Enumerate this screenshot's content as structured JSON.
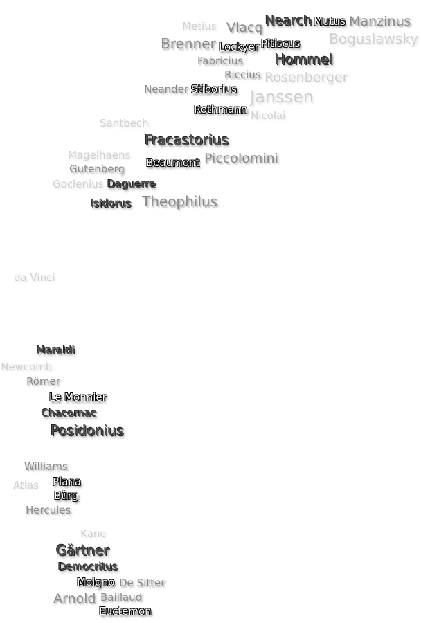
{
  "labels": [
    {
      "name": "Boguslawsky",
      "emphasis": "faint"
    },
    {
      "name": "Manzinus",
      "emphasis": "medium"
    },
    {
      "name": "Rosenberger",
      "emphasis": "faint"
    },
    {
      "name": "Nearch",
      "emphasis": "medium"
    },
    {
      "name": "Mutus",
      "emphasis": "strong"
    },
    {
      "name": "Vlacq",
      "emphasis": "medium"
    },
    {
      "name": "Hommel",
      "emphasis": "dark"
    },
    {
      "name": "Janssen",
      "emphasis": "faint"
    },
    {
      "name": "Pitiscus",
      "emphasis": "strong"
    },
    {
      "name": "Lockyer",
      "emphasis": "strong"
    },
    {
      "name": "Fabricius",
      "emphasis": "medium"
    },
    {
      "name": "Metius",
      "emphasis": "faint"
    },
    {
      "name": "Brenner",
      "emphasis": "medium"
    },
    {
      "name": "Nicolai",
      "emphasis": "faint"
    },
    {
      "name": "Neander",
      "emphasis": "medium"
    },
    {
      "name": "Riccius",
      "emphasis": "medium"
    },
    {
      "name": "Stiborius",
      "emphasis": "strong"
    },
    {
      "name": "Piccolomini",
      "emphasis": "medium"
    },
    {
      "name": "Rothmann",
      "emphasis": "strong"
    },
    {
      "name": "Santbech",
      "emphasis": "faint"
    },
    {
      "name": "Fracastorius",
      "emphasis": "dark"
    },
    {
      "name": "Beaumont",
      "emphasis": "strong"
    },
    {
      "name": "Magelhaens",
      "emphasis": "faint"
    },
    {
      "name": "Goclenius",
      "emphasis": "faint"
    },
    {
      "name": "Gutenberg",
      "emphasis": "medium"
    },
    {
      "name": "Daguerre",
      "emphasis": "dark"
    },
    {
      "name": "Isidorus",
      "emphasis": "dark"
    },
    {
      "name": "Theophilus",
      "emphasis": "medium"
    },
    {
      "name": "da Vinci",
      "emphasis": "faint"
    },
    {
      "name": "Maraldi",
      "emphasis": "dark"
    },
    {
      "name": "Römer",
      "emphasis": "medium"
    },
    {
      "name": "Newcomb",
      "emphasis": "faint"
    },
    {
      "name": "Le Monnier",
      "emphasis": "strong"
    },
    {
      "name": "Chacornac",
      "emphasis": "dark"
    },
    {
      "name": "Posidonius",
      "emphasis": "dark"
    },
    {
      "name": "Williams",
      "emphasis": "medium"
    },
    {
      "name": "Atlas",
      "emphasis": "faint"
    },
    {
      "name": "Hercules",
      "emphasis": "medium"
    },
    {
      "name": "Plana",
      "emphasis": "strong"
    },
    {
      "name": "Bürg",
      "emphasis": "strong"
    },
    {
      "name": "Gärtner",
      "emphasis": "dark"
    },
    {
      "name": "Democritus",
      "emphasis": "dark"
    },
    {
      "name": "Kane",
      "emphasis": "faint"
    },
    {
      "name": "Arnold",
      "emphasis": "medium"
    },
    {
      "name": "Moigno",
      "emphasis": "strong"
    },
    {
      "name": "Baillaud",
      "emphasis": "medium"
    },
    {
      "name": "De Sitter",
      "emphasis": "medium"
    },
    {
      "name": "Euctemon",
      "emphasis": "strong"
    }
  ]
}
